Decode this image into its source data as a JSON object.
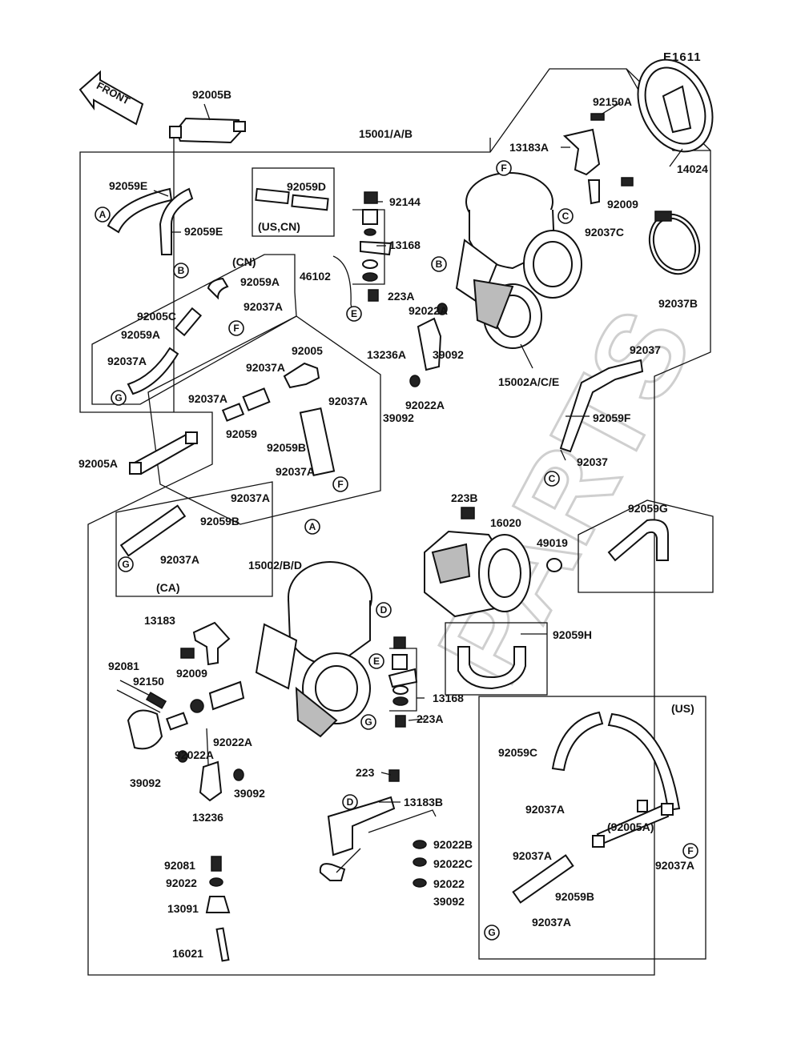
{
  "diagram_code": "E1611",
  "front_arrow": "FRONT",
  "watermark": "PARTS",
  "part_labels": {
    "p92005B": "92005B",
    "p15001AB": "15001/A/B",
    "p92150A_top": "92150A",
    "p13183A": "13183A",
    "p14024": "14024",
    "p92059E_1": "92059E",
    "p92059D": "92059D",
    "p92059E_2": "92059E",
    "p92144": "92144",
    "p92009_top": "92009",
    "p92037C": "92037C",
    "p13168_top": "13168",
    "us_cn": "(US,CN)",
    "cn": "(CN)",
    "p92059A_1": "92059A",
    "p46102": "46102",
    "p223A_top": "223A",
    "p92037B": "92037B",
    "p92005C": "92005C",
    "p92037A_1": "92037A",
    "p92022A_top": "92022A",
    "p92059A_2": "92059A",
    "p13236A": "13236A",
    "p39092_top": "39092",
    "p92037A_2": "92037A",
    "p92005": "92005",
    "p15002ACE": "15002A/C/E",
    "p92037_1": "92037",
    "p92037A_3": "92037A",
    "p92022A_mid": "92022A",
    "p92037A_4": "92037A",
    "p92037A_5": "92037A",
    "p39092_mid": "39092",
    "p92059F": "92059F",
    "p92059_hose": "92059",
    "p92059B_1": "92059B",
    "p92005A": "92005A",
    "p92037A_6": "92037A",
    "p92037_2": "92037",
    "p92037A_7": "92037A",
    "p223B": "223B",
    "p92059G": "92059G",
    "p92059B_2": "92059B",
    "p16020": "16020",
    "p49019": "49019",
    "p92037A_8": "92037A",
    "ca": "(CA)",
    "p15002BD": "15002/B/D",
    "p13183": "13183",
    "p92059H": "92059H",
    "p92081_1": "92081",
    "p92150": "92150",
    "p92009_bot": "92009",
    "p13168_bot": "13168",
    "us": "(US)",
    "p223A_bot": "223A",
    "p92059C": "92059C",
    "p92022A_b1": "92022A",
    "p92022A_b2": "92022A",
    "p39092_b1": "39092",
    "p223": "223",
    "p13183B": "13183B",
    "p92037A_9": "92037A",
    "p39092_b2": "39092",
    "p13236": "13236",
    "p92005A_paren": "(92005A)",
    "p92022B": "92022B",
    "p92037A_10": "92037A",
    "p92081_2": "92081",
    "p92022C": "92022C",
    "p92037A_11": "92037A",
    "p92022_1": "92022",
    "p92022_2": "92022",
    "p92059B_3": "92059B",
    "p13091": "13091",
    "p39092_b3": "39092",
    "p92037A_12": "92037A",
    "p16021": "16021"
  },
  "connector_letters": {
    "A": "A",
    "B": "B",
    "C": "C",
    "D": "D",
    "E": "E",
    "F": "F",
    "G": "G"
  }
}
